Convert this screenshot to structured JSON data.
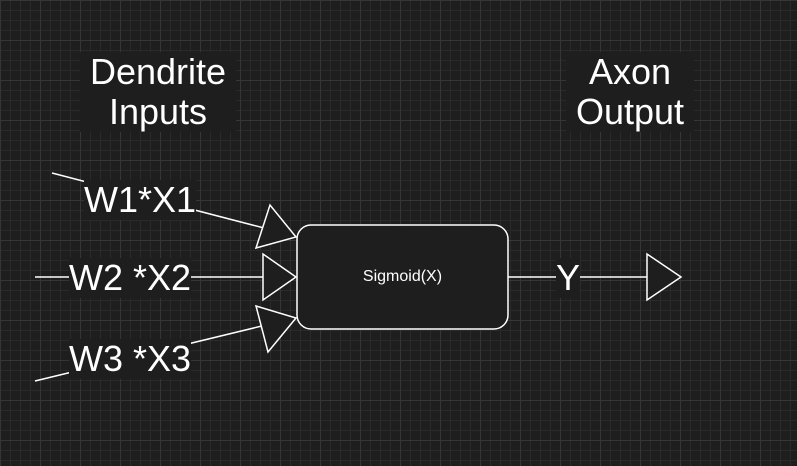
{
  "diagram": {
    "heading_inputs": [
      "Dendrite",
      "Inputs"
    ],
    "heading_output": [
      "Axon",
      "Output"
    ],
    "inputs": [
      "W1*X1",
      "W2 *X2",
      "W3 *X3"
    ],
    "node_label": "Sigmoid(X)",
    "output_label": "Y"
  },
  "colors": {
    "background": "#1e1e1e",
    "stroke": "#ffffff",
    "text": "#ffffff"
  }
}
